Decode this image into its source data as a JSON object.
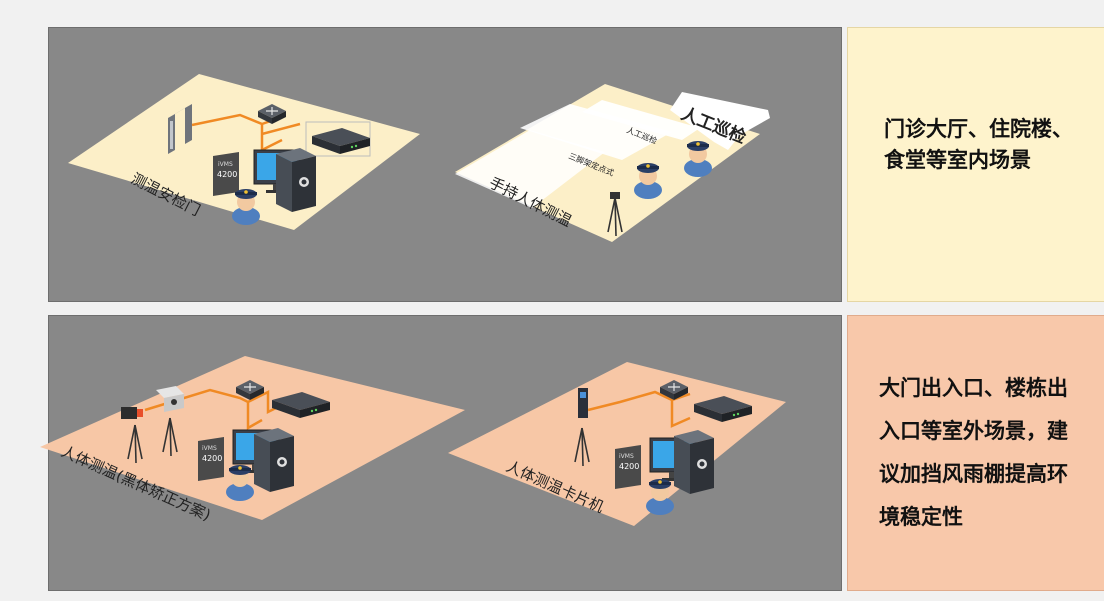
{
  "diagram": {
    "top_panel": {
      "scene_left_label": "测温安检门",
      "scene_right_label_main": "手持人体测温",
      "scene_right_label_patrol": "人工巡检",
      "scene_right_small_1": "人工巡检",
      "scene_right_small_2": "三脚架定点式",
      "ivms_label": "iVMS",
      "ivms_number": "4200"
    },
    "bottom_panel": {
      "scene_left_label": "人体测温(黑体矫正方案)",
      "scene_right_label": "人体测温卡片机",
      "ivms_label": "iVMS",
      "ivms_number": "4200"
    },
    "notes": {
      "indoor": "门诊大厅、住院楼、食堂等室内场景",
      "outdoor": "大门出入口、楼栋出入口等室外场景，建议加挡风雨棚提高环境稳定性"
    },
    "colors": {
      "panel_bg": "#888888",
      "indoor_tile": "#fcefc8",
      "outdoor_tile": "#f7c7a6",
      "cable": "#f08a24",
      "indoor_note_bg": "#fef3cc",
      "outdoor_note_bg": "#f8c8aa"
    }
  }
}
